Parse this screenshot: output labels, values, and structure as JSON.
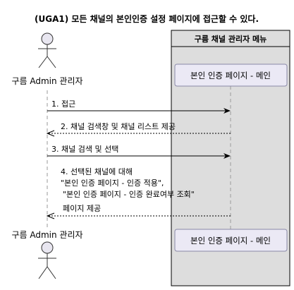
{
  "title": "(UGA1) 모든 채널의 본인인증 설정 페이지에 접근할 수 있다.",
  "actor": {
    "label": "구름 Admin 관리자"
  },
  "box": {
    "title": "구름 채널 관리자 메뉴"
  },
  "participant": {
    "label": "본인 인증 페이지 - 메인"
  },
  "messages": [
    {
      "text": "1. 접근",
      "direction": "right",
      "style": "solid"
    },
    {
      "text": "2. 채널 검색창 및 채널 리스트 제공",
      "direction": "left",
      "style": "dashed"
    },
    {
      "text": "3. 채널 검색 및 선택",
      "direction": "right",
      "style": "solid"
    },
    {
      "direction": "left",
      "style": "dashed",
      "lines": [
        "4. 선택된 채널에 대해",
        "\"본인 인증 페이지 - 인증 적용\",",
        "\"본인 인증 페이지 - 인증 완료여부 조회\"",
        "페이지 제공"
      ]
    }
  ]
}
